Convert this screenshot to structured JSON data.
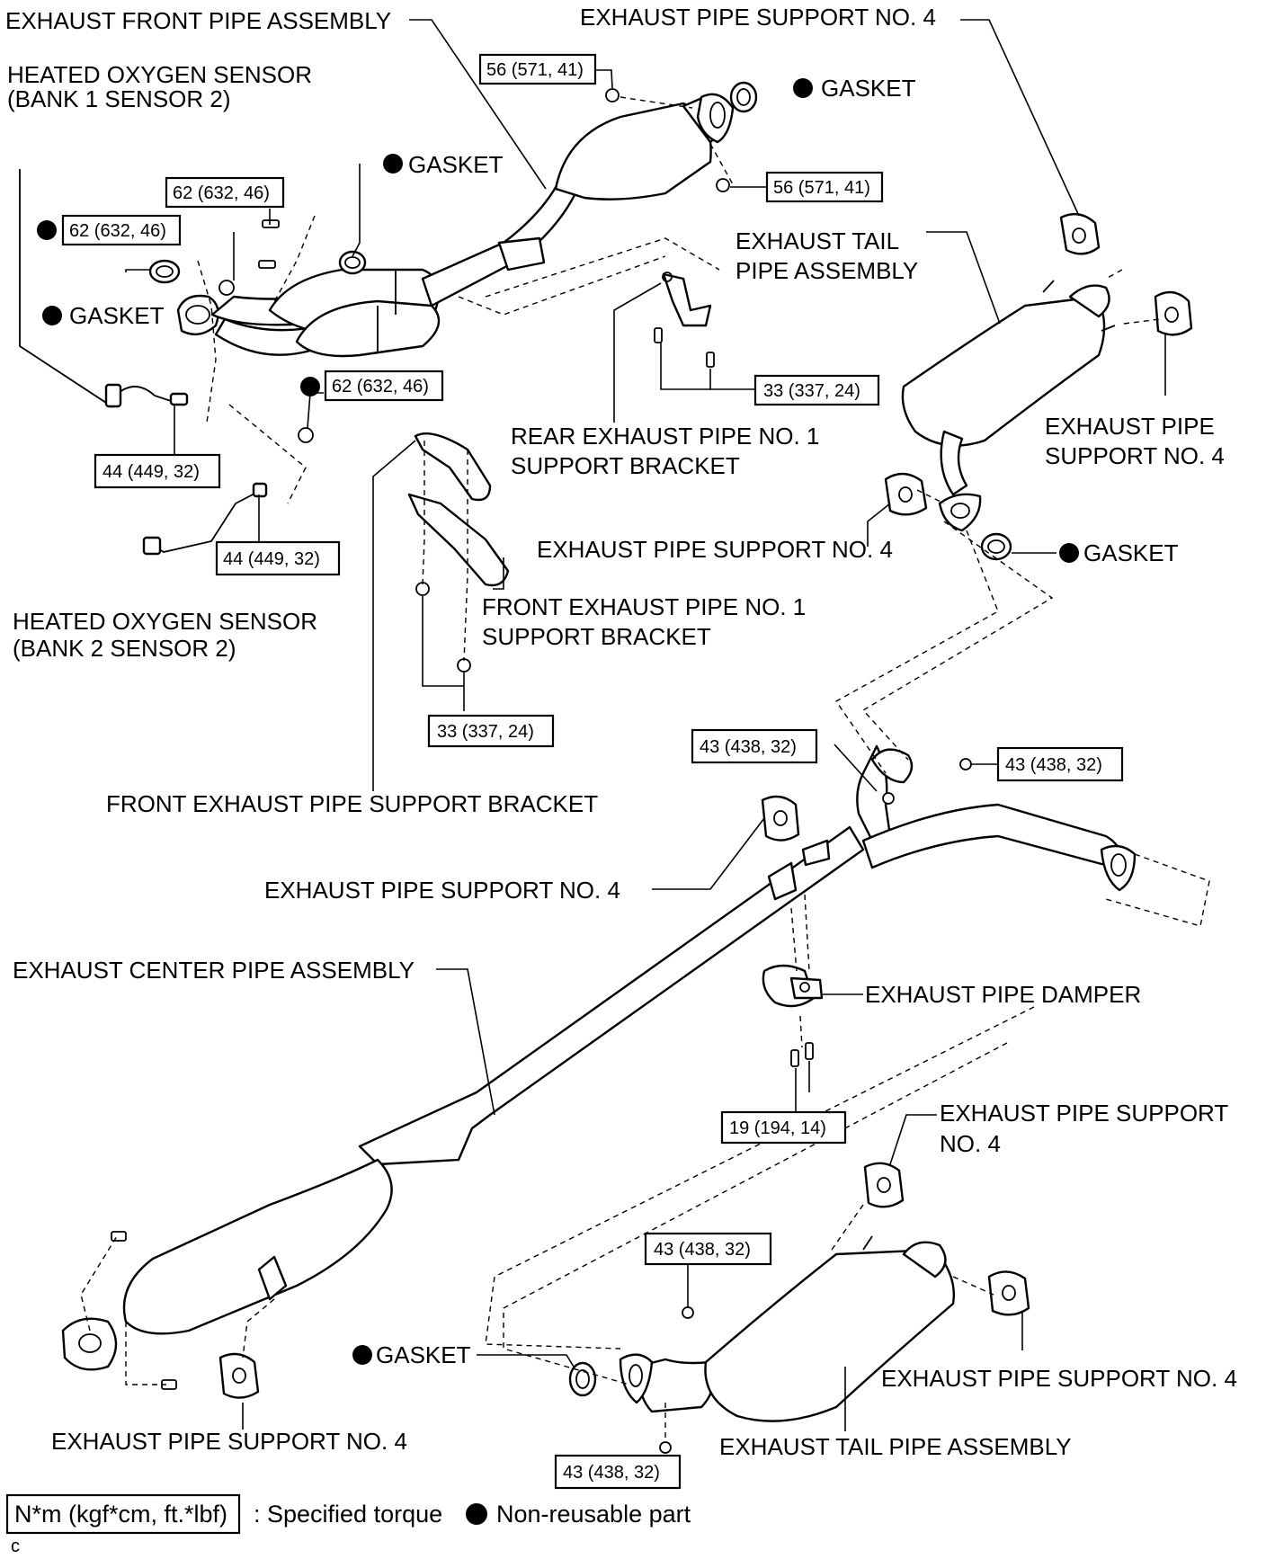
{
  "labels": {
    "exhaust_front_pipe_assembly": "EXHAUST FRONT PIPE ASSEMBLY",
    "heated_oxygen_sensor_b1s2_line1": "HEATED OXYGEN SENSOR",
    "heated_oxygen_sensor_b1s2_line2": "(BANK 1 SENSOR 2)",
    "heated_oxygen_sensor_b2s2_line1": "HEATED OXYGEN SENSOR",
    "heated_oxygen_sensor_b2s2_line2": "(BANK 2 SENSOR 2)",
    "gasket": "GASKET",
    "exhaust_pipe_support_no4": "EXHAUST PIPE SUPPORT NO. 4",
    "exhaust_pipe_support_no4_line1": "EXHAUST PIPE",
    "exhaust_pipe_support_no4_line2": "SUPPORT NO. 4",
    "exhaust_pipe_support_split_line1": "EXHAUST PIPE SUPPORT",
    "exhaust_pipe_support_split_line2": "NO. 4",
    "exhaust_tail_pipe_assembly_line1": "EXHAUST TAIL",
    "exhaust_tail_pipe_assembly_line2": "PIPE ASSEMBLY",
    "exhaust_tail_pipe_assembly": "EXHAUST TAIL PIPE ASSEMBLY",
    "rear_exhaust_pipe_no1_bracket_line1": "REAR EXHAUST PIPE NO. 1",
    "rear_exhaust_pipe_no1_bracket_line2": "SUPPORT BRACKET",
    "front_exhaust_pipe_no1_bracket_line1": "FRONT EXHAUST PIPE NO. 1",
    "front_exhaust_pipe_no1_bracket_line2": "SUPPORT BRACKET",
    "front_exhaust_pipe_support_bracket": "FRONT EXHAUST PIPE SUPPORT BRACKET",
    "exhaust_center_pipe_assembly": "EXHAUST CENTER PIPE ASSEMBLY",
    "exhaust_pipe_damper": "EXHAUST PIPE DAMPER"
  },
  "torques": {
    "t56": "56 (571, 41)",
    "t62": "62 (632, 46)",
    "t44": "44 (449, 32)",
    "t33": "33 (337, 24)",
    "t43": "43 (438, 32)",
    "t19": "19 (194, 14)"
  },
  "legend": {
    "unit_box": "N*m (kgf*cm, ft.*lbf)",
    "specified_torque": ": Specified torque",
    "non_reusable": "Non-reusable part"
  },
  "corner_mark": "c"
}
